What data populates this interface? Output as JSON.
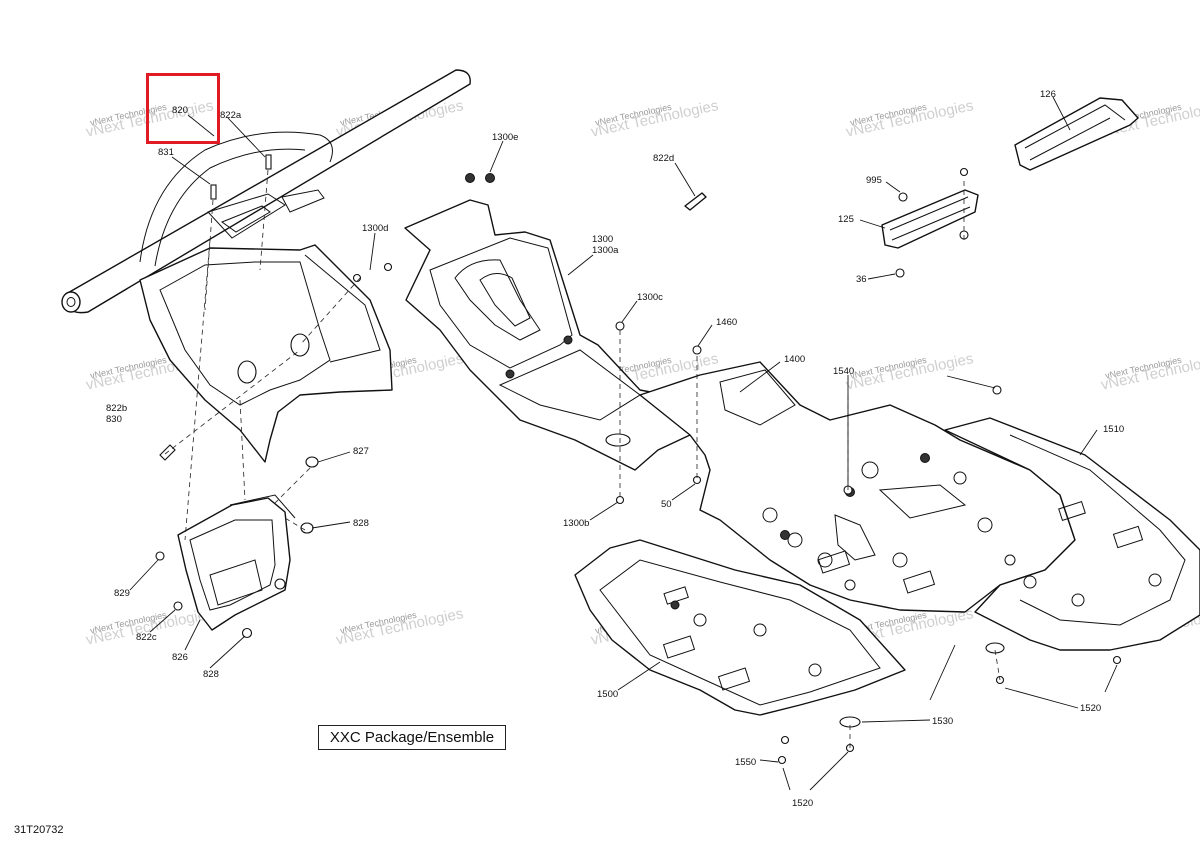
{
  "highlight": {
    "color": "#e01b24",
    "target_callout": "820"
  },
  "watermark": {
    "line1": "vNext Technologies",
    "line2": "vNext Technologies"
  },
  "package_label": "XXC Package/Ensemble",
  "diagram_number": "31T20732",
  "callouts": {
    "c820": "820",
    "c822a": "822a",
    "c831": "831",
    "c1300e": "1300e",
    "c822d": "822d",
    "c126": "126",
    "c995": "995",
    "c125": "125",
    "c36": "36",
    "c1300": "1300",
    "c1300a": "1300a",
    "c1300d": "1300d",
    "c1300c": "1300c",
    "c1460": "1460",
    "c1400": "1400",
    "c1540": "1540",
    "c1510": "1510",
    "c822b": "822b",
    "c830": "830",
    "c827": "827",
    "c828a": "828",
    "c829": "829",
    "c822c": "822c",
    "c826": "826",
    "c828b": "828",
    "c1300b": "1300b",
    "c50": "50",
    "c1500": "1500",
    "c1530": "1530",
    "c1520a": "1520",
    "c1550": "1550",
    "c1520b": "1520"
  }
}
